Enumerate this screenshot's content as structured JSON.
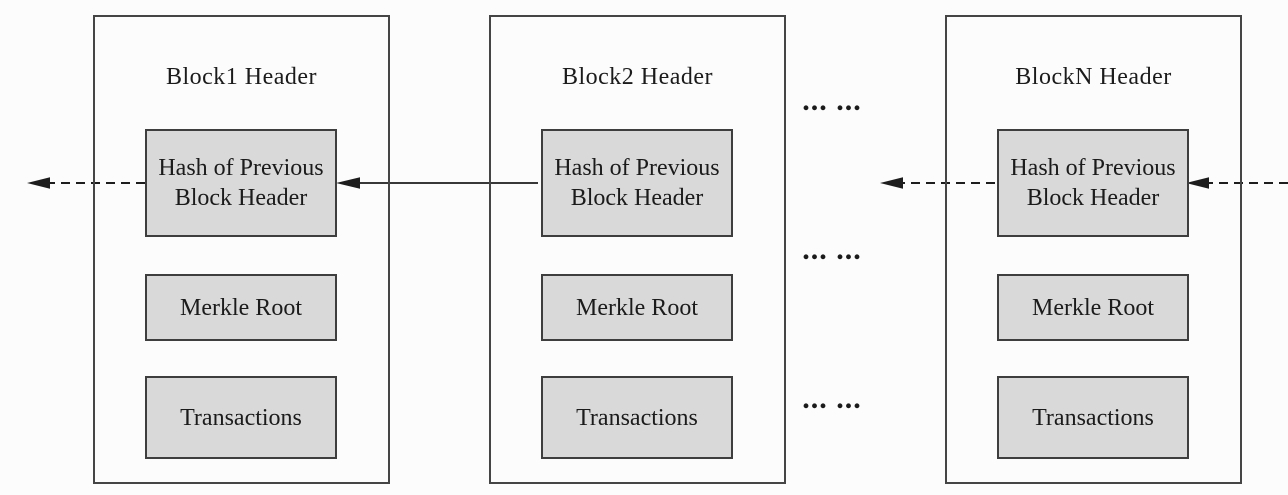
{
  "diagram": {
    "type": "blockchain-structure",
    "blocks": [
      {
        "title": "Block1 Header",
        "fields": [
          "Hash of Previous Block Header",
          "Merkle Root",
          "Transactions"
        ]
      },
      {
        "title": "Block2 Header",
        "fields": [
          "Hash of Previous Block Header",
          "Merkle Root",
          "Transactions"
        ]
      },
      {
        "title": "BlockN Header",
        "fields": [
          "Hash of Previous Block Header",
          "Merkle Root",
          "Transactions"
        ]
      }
    ],
    "ellipsis": "... ...",
    "colors": {
      "box_fill": "#d9d9d9",
      "box_border": "#3e3e3e",
      "line": "#1d1d1d",
      "background": "#fcfcfc",
      "text": "#1b1b1b"
    }
  }
}
